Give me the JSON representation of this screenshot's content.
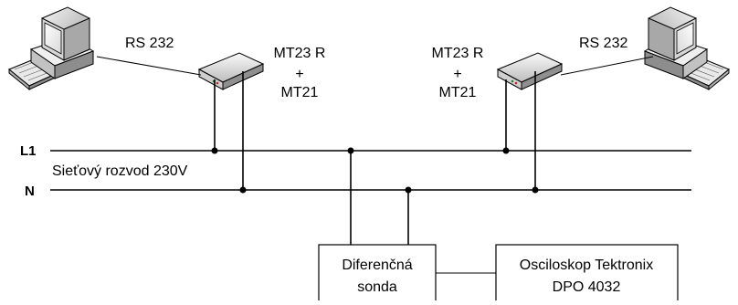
{
  "labels": {
    "rs232_left": "RS 232",
    "rs232_right": "RS 232",
    "modem_left": [
      "MT23 R",
      "+",
      "MT21"
    ],
    "modem_right": [
      "MT23 R",
      "+",
      "MT21"
    ],
    "line_l1": "L1",
    "line_n": "N",
    "network": "Sieťový rozvod 230V",
    "probe": [
      "Diferenčná",
      "sonda"
    ],
    "scope": [
      "Osciloskop Tektronix",
      "DPO 4032"
    ]
  },
  "icons": {
    "pc_left": "desktop-computer-icon",
    "pc_right": "desktop-computer-icon",
    "modem_left": "plc-modem-icon",
    "modem_right": "plc-modem-icon"
  }
}
